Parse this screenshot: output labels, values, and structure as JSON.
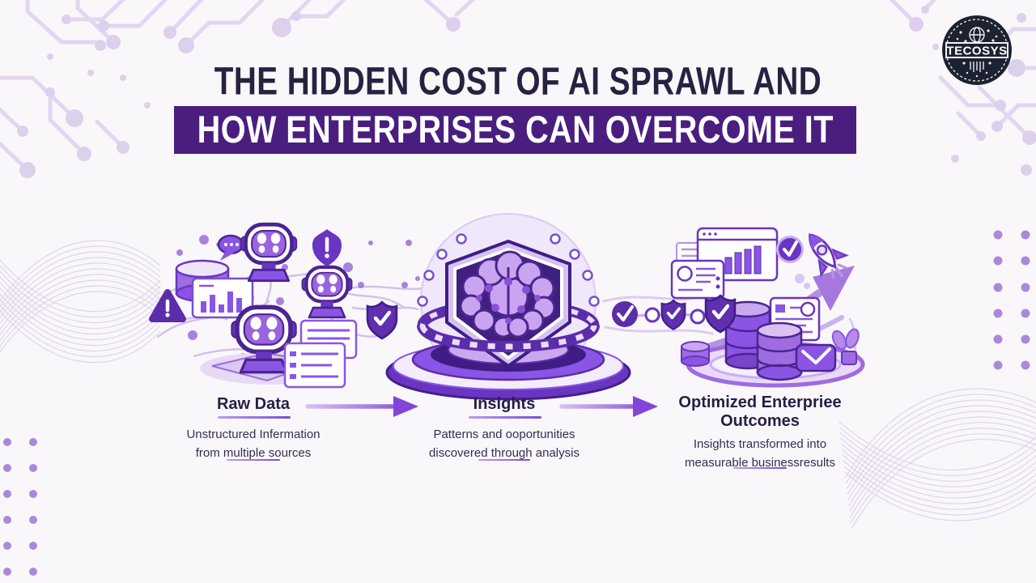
{
  "page": {
    "background_color": "#faf7fb"
  },
  "logo": {
    "text": "TECOSYS"
  },
  "header": {
    "title_line1": "THE HIDDEN COST OF AI SPRAWL AND",
    "title_line2": "HOW ENTERPRISES CAN OVERCOME IT",
    "title_color": "#262240",
    "banner_color": "#4a1e7e"
  },
  "flow": {
    "stages": [
      {
        "label": "Raw Data",
        "description_line1": "Unstructured Infermation",
        "description_line2": "from multiple sources"
      },
      {
        "label": "Insights",
        "description_line1": "Patterns and ooportunities",
        "description_line2": "discovered through analysis"
      },
      {
        "label": "Optimized Enterpriee Outcomes",
        "description_line1": "Insights transformed into",
        "description_line2": "measurable businessresults"
      }
    ],
    "arrow_color": "#8146d8"
  },
  "illustration": {
    "icons": [
      "robot-icon",
      "database-icon",
      "bar-chart-card-icon",
      "warning-triangle-icon",
      "alert-shield-icon",
      "speech-bubble-icon",
      "document-card-icon",
      "check-shield-icon",
      "brain-shield-icon",
      "platform-rings-icon",
      "check-circle-icon",
      "dashboard-window-icon",
      "profile-card-icon",
      "rocket-icon",
      "growth-arrow-icon",
      "database-stack-icon",
      "report-card-icon",
      "envelope-check-icon",
      "plant-icon"
    ],
    "palette": {
      "purple_dark": "#4a2590",
      "purple": "#8a55e5",
      "purple_deep": "#5c2da8",
      "purple_light": "#c9a8ee",
      "lavender": "#e2d6f0",
      "dot": "#a98ad9"
    }
  }
}
